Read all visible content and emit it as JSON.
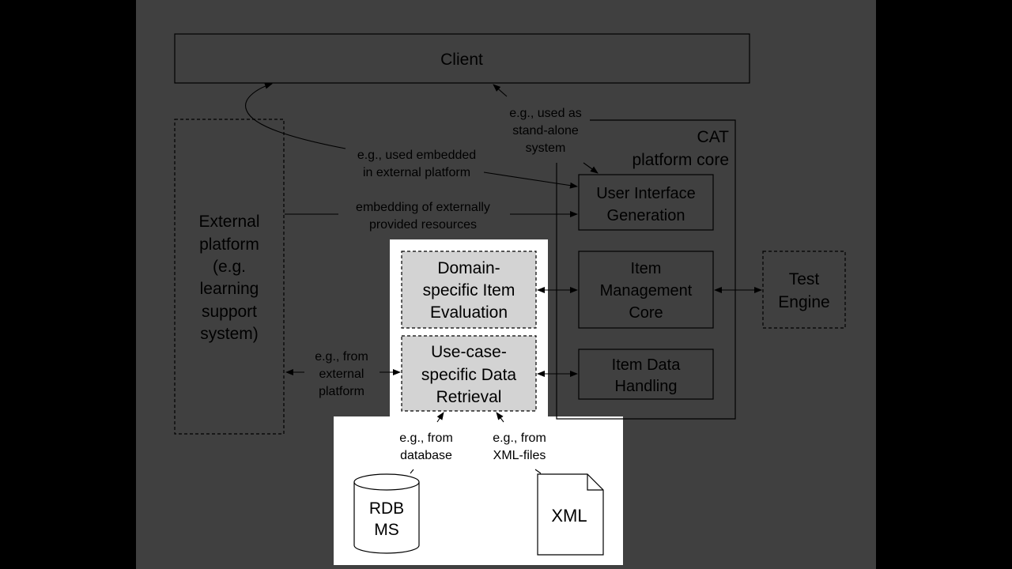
{
  "boxes": {
    "client": "Client",
    "cat_core": [
      "CAT",
      "platform core"
    ],
    "ui_generation": [
      "User Interface",
      "Generation"
    ],
    "item_management": [
      "Item",
      "Management",
      "Core"
    ],
    "item_data": [
      "Item Data",
      "Handling"
    ],
    "test_engine": [
      "Test",
      "Engine"
    ],
    "external_platform": [
      "External",
      "platform",
      "(e.g.",
      "learning",
      "support",
      "system)"
    ],
    "domain_eval": [
      "Domain-",
      "specific Item",
      "Evaluation"
    ],
    "data_retrieval": [
      "Use-case-",
      "specific Data",
      "Retrieval"
    ],
    "rdbms": [
      "RDB",
      "MS"
    ],
    "xml": "XML"
  },
  "edge_labels": {
    "standalone": [
      "e.g., used as",
      "stand-alone",
      "system"
    ],
    "embedded": [
      "e.g., used embedded",
      "in external platform"
    ],
    "embedding": [
      "embedding of externally",
      "provided resources"
    ],
    "from_external": [
      "e.g., from",
      "external",
      "platform"
    ],
    "from_database": [
      "e.g., from",
      "database"
    ],
    "from_xml": [
      "e.g., from",
      "XML-files"
    ]
  },
  "colors": {
    "slide_bg": "#404040",
    "outer_bg": "#000000",
    "highlight_bg": "#ffffff",
    "module_fill": "#d3d3d3",
    "stroke": "#000000"
  }
}
